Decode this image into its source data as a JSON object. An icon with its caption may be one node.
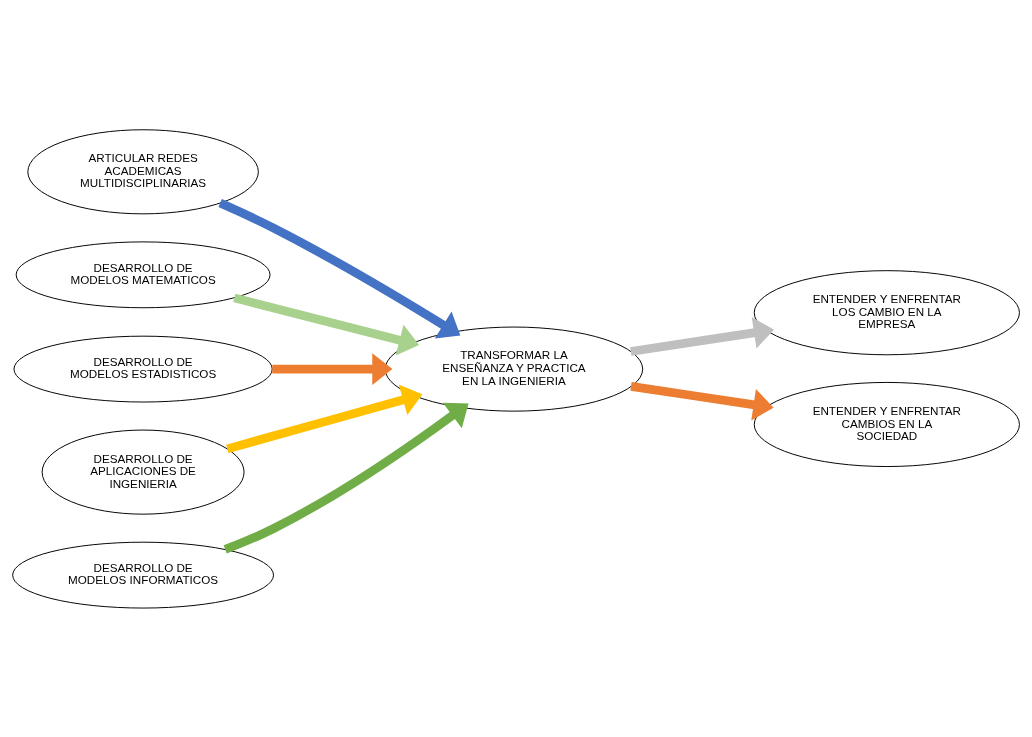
{
  "diagram": {
    "nodes": [
      {
        "text": [
          "ARTICULAR REDES ACADEMICAS MULTIDISCIPLINARIAS"
        ]
      },
      {
        "text": [
          "DESARROLLO DE MODELOS MATEMATICOS"
        ]
      },
      {
        "text": [
          "DESARROLLO DE MODELOS ESTADISTICOS"
        ]
      },
      {
        "text": [
          "DESARROLLO DE APLICACIONES DE INGENIERIA"
        ]
      },
      {
        "text": [
          "DESARROLLO DE MODELOS INFORMATICOS"
        ]
      },
      {
        "text": [
          "TRANSFORMAR LA ENSEÑANZA Y PRACTICA EN LA INGENIERIA"
        ]
      },
      {
        "text": [
          "ENTENDER Y ENFRENTAR LOS CAMBIO EN LA EMPRESA"
        ]
      },
      {
        "text": [
          "ENTENDER Y ENFRENTAR CAMBIOS EN LA SOCIEDAD"
        ]
      }
    ],
    "edges": [
      {
        "from": 0,
        "to": 5,
        "arrow": "to",
        "color": "#4472c4"
      },
      {
        "from": 1,
        "to": 5,
        "arrow": "to",
        "color": "#a9d18e"
      },
      {
        "from": 2,
        "to": 5,
        "arrow": "to",
        "color": "#ed7d31"
      },
      {
        "from": 3,
        "to": 5,
        "arrow": "to",
        "color": "#ffc000"
      },
      {
        "from": 4,
        "to": 5,
        "arrow": "to",
        "color": "#70ad47"
      },
      {
        "from": 5,
        "to": 6,
        "arrow": "to",
        "color": "#bfbfbf"
      },
      {
        "from": 5,
        "to": 7,
        "arrow": "to",
        "color": "#ed7d31"
      }
    ]
  }
}
